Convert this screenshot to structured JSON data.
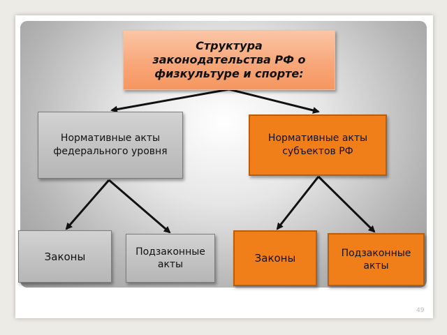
{
  "diagram": {
    "title_lines": [
      "Структура",
      "законодательства РФ о",
      "физкультуре и спорте:"
    ],
    "federal_acts": {
      "lines": [
        "Нормативные акты",
        "федерального уровня"
      ],
      "color": "#b9b9b9"
    },
    "regional_acts": {
      "lines": [
        "Нормативные акты",
        "субъектов РФ"
      ],
      "color": "#f07f1a"
    },
    "federal_laws": {
      "label": "Законы"
    },
    "federal_bylaws": {
      "lines": [
        "Подзаконные",
        "акты"
      ]
    },
    "regional_laws": {
      "label": "Законы"
    },
    "regional_bylaws": {
      "lines": [
        "Подзаконные",
        "акты"
      ]
    },
    "title_color": "#f8a77a"
  },
  "slide": {
    "page_number": "49"
  }
}
